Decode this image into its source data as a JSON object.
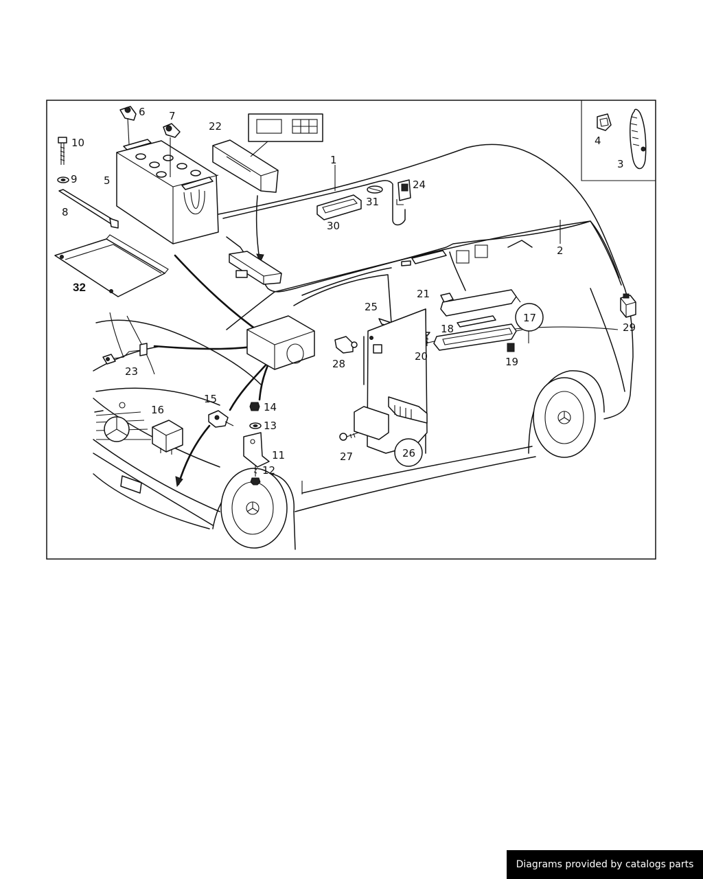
{
  "diagram": {
    "callouts": [
      {
        "id": "1",
        "text": "1"
      },
      {
        "id": "2",
        "text": "2"
      },
      {
        "id": "3",
        "text": "3"
      },
      {
        "id": "4",
        "text": "4"
      },
      {
        "id": "5",
        "text": "5"
      },
      {
        "id": "6",
        "text": "6"
      },
      {
        "id": "7",
        "text": "7"
      },
      {
        "id": "8",
        "text": "8"
      },
      {
        "id": "9",
        "text": "9"
      },
      {
        "id": "10",
        "text": "10"
      },
      {
        "id": "11",
        "text": "11"
      },
      {
        "id": "12",
        "text": "12"
      },
      {
        "id": "13",
        "text": "13"
      },
      {
        "id": "14",
        "text": "14"
      },
      {
        "id": "15",
        "text": "15"
      },
      {
        "id": "16",
        "text": "16"
      },
      {
        "id": "17",
        "text": "17"
      },
      {
        "id": "18",
        "text": "18"
      },
      {
        "id": "19",
        "text": "19"
      },
      {
        "id": "20",
        "text": "20"
      },
      {
        "id": "21",
        "text": "21"
      },
      {
        "id": "22",
        "text": "22"
      },
      {
        "id": "23",
        "text": "23"
      },
      {
        "id": "24",
        "text": "24"
      },
      {
        "id": "25",
        "text": "25"
      },
      {
        "id": "26",
        "text": "26"
      },
      {
        "id": "27",
        "text": "27"
      },
      {
        "id": "28",
        "text": "28"
      },
      {
        "id": "29",
        "text": "29"
      },
      {
        "id": "30",
        "text": "30"
      },
      {
        "id": "31",
        "text": "31"
      },
      {
        "id": "32",
        "text": "32"
      }
    ]
  },
  "footer": {
    "credit": "Diagrams provided by catalogs parts"
  },
  "colors": {
    "line": "#111111",
    "background": "#ffffff",
    "credit_bg": "#000000",
    "credit_text": "#ffffff"
  }
}
